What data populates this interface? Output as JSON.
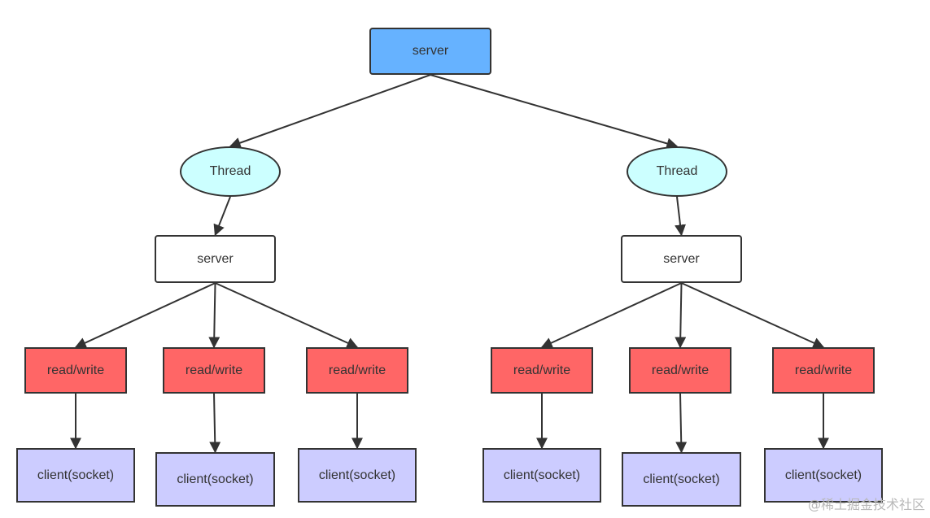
{
  "nodes": {
    "root_server": {
      "label": "server",
      "fill": "#66b2ff"
    },
    "thread_left": {
      "label": "Thread",
      "fill": "#ccffff"
    },
    "thread_right": {
      "label": "Thread",
      "fill": "#ccffff"
    },
    "server_left": {
      "label": "server",
      "fill": "#ffffff"
    },
    "server_right": {
      "label": "server",
      "fill": "#ffffff"
    },
    "rw_l1": {
      "label": "read/write",
      "fill": "#ff6666"
    },
    "rw_l2": {
      "label": "read/write",
      "fill": "#ff6666"
    },
    "rw_l3": {
      "label": "read/write",
      "fill": "#ff6666"
    },
    "rw_r1": {
      "label": "read/write",
      "fill": "#ff6666"
    },
    "rw_r2": {
      "label": "read/write",
      "fill": "#ff6666"
    },
    "rw_r3": {
      "label": "read/write",
      "fill": "#ff6666"
    },
    "client_l1": {
      "label": "client(socket)",
      "fill": "#ccccff"
    },
    "client_l2": {
      "label": "client(socket)",
      "fill": "#ccccff"
    },
    "client_l3": {
      "label": "client(socket)",
      "fill": "#ccccff"
    },
    "client_r1": {
      "label": "client(socket)",
      "fill": "#ccccff"
    },
    "client_r2": {
      "label": "client(socket)",
      "fill": "#ccccff"
    },
    "client_r3": {
      "label": "client(socket)",
      "fill": "#ccccff"
    }
  },
  "edges": [
    [
      "root_server",
      "thread_left"
    ],
    [
      "root_server",
      "thread_right"
    ],
    [
      "thread_left",
      "server_left"
    ],
    [
      "thread_right",
      "server_right"
    ],
    [
      "server_left",
      "rw_l1"
    ],
    [
      "server_left",
      "rw_l2"
    ],
    [
      "server_left",
      "rw_l3"
    ],
    [
      "server_right",
      "rw_r1"
    ],
    [
      "server_right",
      "rw_r2"
    ],
    [
      "server_right",
      "rw_r3"
    ],
    [
      "rw_l1",
      "client_l1"
    ],
    [
      "rw_l2",
      "client_l2"
    ],
    [
      "rw_l3",
      "client_l3"
    ],
    [
      "rw_r1",
      "client_r1"
    ],
    [
      "rw_r2",
      "client_r2"
    ],
    [
      "rw_r3",
      "client_r3"
    ]
  ],
  "colors": {
    "stroke": "#333333",
    "text": "#333333"
  },
  "watermark": "@稀土掘金技术社区"
}
